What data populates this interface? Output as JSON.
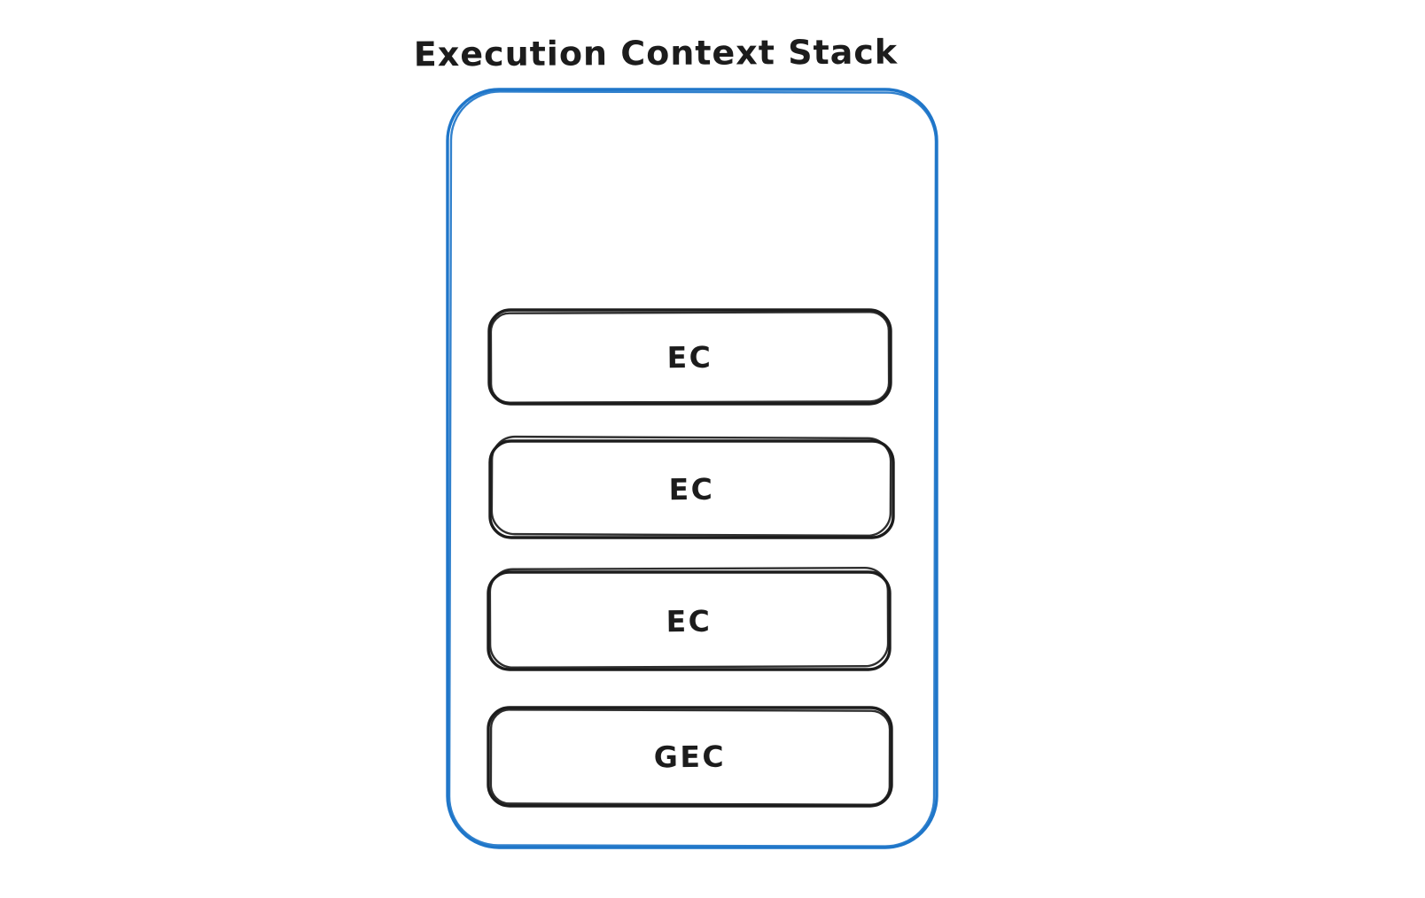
{
  "title": "Execution Context Stack",
  "colors": {
    "container_stroke": "#1f76c9",
    "box_stroke": "#1c1c1c",
    "label_text": "#1c1c1c",
    "background": "#ffffff"
  },
  "stack": {
    "items": [
      {
        "label": "EC"
      },
      {
        "label": "EC"
      },
      {
        "label": "EC"
      },
      {
        "label": "GEC"
      }
    ]
  }
}
